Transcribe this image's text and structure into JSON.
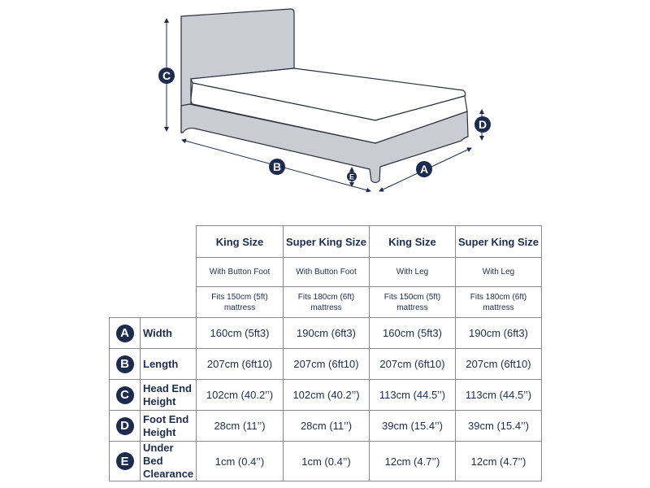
{
  "colors": {
    "navy": "#1d2c4e",
    "frame": "#c9ccd2",
    "mattress": "#ffffff"
  },
  "diagram": {
    "labels": {
      "a": "A",
      "b": "B",
      "c": "C",
      "d": "D",
      "e": "E"
    }
  },
  "table": {
    "columns": [
      {
        "size": "King Size",
        "foot": "With Button Foot",
        "fits": "Fits 150cm (5ft)",
        "fits2": "mattress"
      },
      {
        "size": "Super King Size",
        "foot": "With Button Foot",
        "fits": "Fits 180cm (6ft)",
        "fits2": "mattress"
      },
      {
        "size": "King Size",
        "foot": "With Leg",
        "fits": "Fits 150cm (5ft)",
        "fits2": "mattress"
      },
      {
        "size": "Super King Size",
        "foot": "With Leg",
        "fits": "Fits 180cm (6ft)",
        "fits2": "mattress"
      }
    ],
    "rows": [
      {
        "badge": "A",
        "label": "Width",
        "values": [
          "160cm (5ft3)",
          "190cm (6ft3)",
          "160cm (5ft3)",
          "190cm (6ft3)"
        ]
      },
      {
        "badge": "B",
        "label": "Length",
        "values": [
          "207cm (6ft10)",
          "207cm (6ft10)",
          "207cm (6ft10)",
          "207cm (6ft10)"
        ]
      },
      {
        "badge": "C",
        "label": "Head End Height",
        "values": [
          "102cm (40.2’’)",
          "102cm (40.2’’)",
          "113cm (44.5’’)",
          "113cm (44.5’’)"
        ]
      },
      {
        "badge": "D",
        "label": "Foot End Height",
        "values": [
          "28cm (11’’)",
          "28cm (11’’)",
          "39cm (15.4’’)",
          "39cm (15.4’’)"
        ]
      },
      {
        "badge": "E",
        "label": "Under Bed Clearance",
        "values": [
          "1cm (0.4’’)",
          "1cm (0.4’’)",
          "12cm (4.7’’)",
          "12cm (4.7’’)"
        ]
      }
    ]
  }
}
